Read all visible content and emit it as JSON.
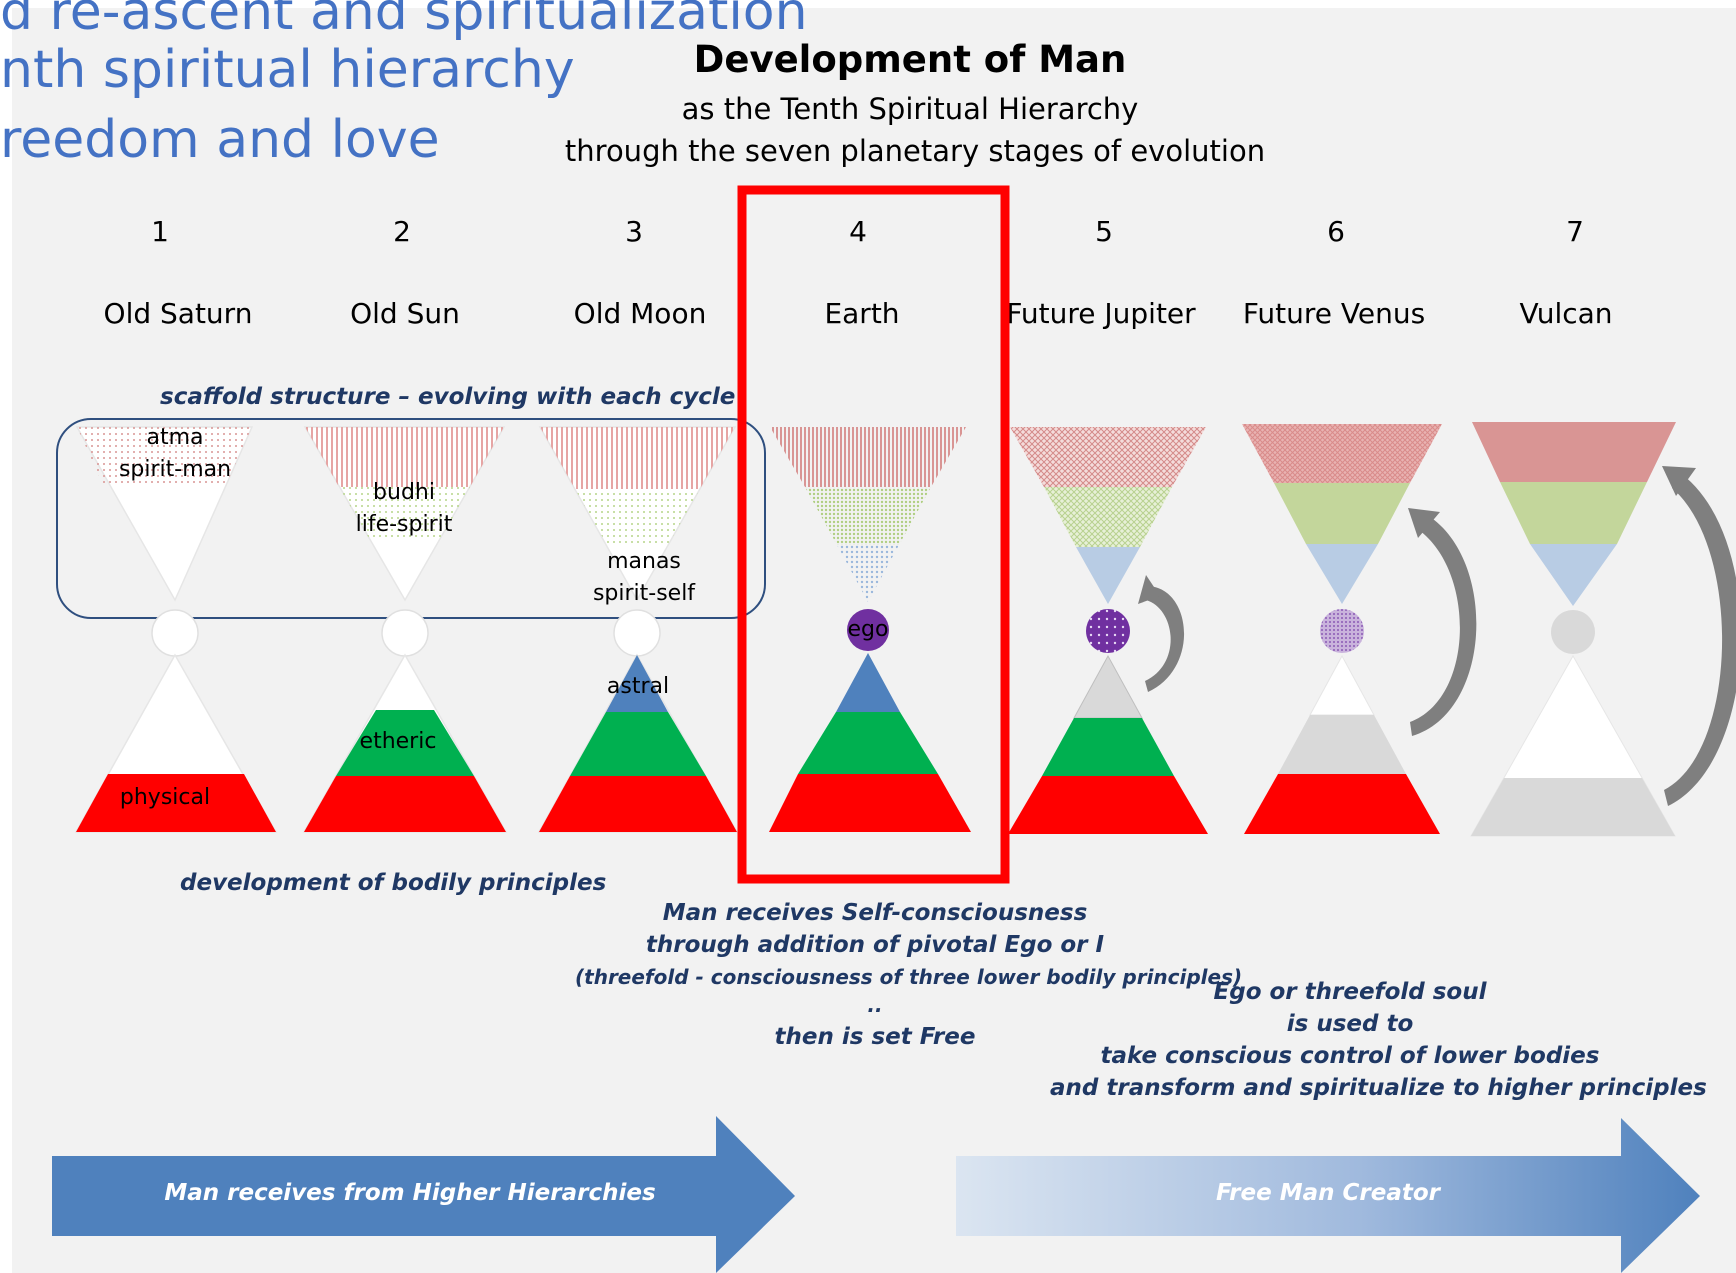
{
  "corner_text": {
    "line1": "d re-ascent and spiritualization",
    "line2": "nth spiritual hierarchy",
    "line3": "reedom and love"
  },
  "header": {
    "title": "Development of Man",
    "subtitle1": "as the Tenth Spiritual Hierarchy",
    "subtitle2": "through the seven planetary stages of evolution"
  },
  "stages": [
    {
      "number": "1",
      "name": "Old Saturn"
    },
    {
      "number": "2",
      "name": "Old Sun"
    },
    {
      "number": "3",
      "name": "Old Moon"
    },
    {
      "number": "4",
      "name": "Earth"
    },
    {
      "number": "5",
      "name": "Future Jupiter"
    },
    {
      "number": "6",
      "name": "Future Venus"
    },
    {
      "number": "7",
      "name": "Vulcan"
    }
  ],
  "notes": {
    "scaffold": "scaffold structure – evolving with each cycle",
    "bodily": "development of bodily principles",
    "self1": "Man receives Self-consciousness",
    "self2": "through addition of pivotal Ego or I",
    "self3": "(threefold - consciousness of three lower bodily principles)",
    "self4": "..",
    "self5": "then is set Free",
    "ego1": "Ego or threefold soul",
    "ego2": "is used to",
    "ego3": "take conscious control of lower bodies",
    "ego4": "and transform and spiritualize to higher principles"
  },
  "principles": {
    "atma1": "atma",
    "atma2": "spirit-man",
    "budhi1": "budhi",
    "budhi2": "life-spirit",
    "manas1": "manas",
    "manas2": "spirit-self",
    "ego": "ego",
    "astral": "astral",
    "etheric": "etheric",
    "physical": "physical"
  },
  "arrows": {
    "left": "Man receives from Higher Hierarchies",
    "right": "Free Man Creator"
  },
  "colors": {
    "text_blue": "#4472c4",
    "note_navy": "#1f3864",
    "physical_red": "#ff0000",
    "etheric_green": "#00b050",
    "astral_blue": "#4f81bd",
    "ego_purple": "#7030a0",
    "highlight_red": "#ff0000",
    "arrow_gray": "#7f7f7f",
    "atma_rose": "#d99594",
    "budhi_green": "#c3d69b",
    "manas_blue": "#b8cce4"
  }
}
